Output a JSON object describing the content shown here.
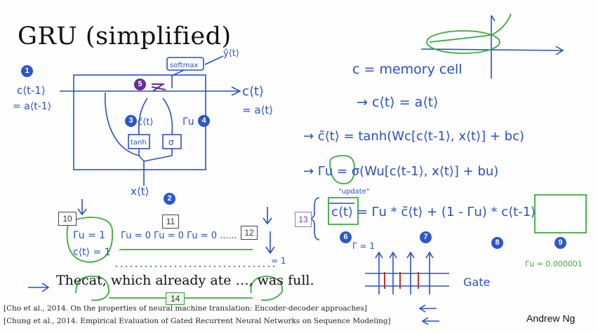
{
  "title": "GRU (simplified)",
  "sentence": {
    "the": "The",
    "cat": "cat",
    "middle": ", which already ate …,",
    "was": "was",
    "rest": "full."
  },
  "references": [
    "[Cho et al., 2014. On the properties of neural machine translation: Encoder-decoder approaches]",
    "[Chung et al., 2014. Empirical Evaluation of Gated Recurrent Neural Networks on Sequence Modeling]"
  ],
  "author": "Andrew Ng",
  "box_labels": {
    "b10": "10",
    "b11": "11",
    "b12": "12",
    "b13": "13",
    "b14": "14"
  },
  "bubbles": {
    "n1": "1",
    "n2": "2",
    "n3": "3",
    "n4": "4",
    "n5": "5",
    "n6": "6",
    "n7": "7",
    "n8": "8",
    "n9": "9"
  },
  "handwriting": {
    "c_prev": "c⟨t-1⟩",
    "a_prev": "= a⟨t-1⟩",
    "c_t": "c⟨t⟩",
    "a_t": "= a⟨t⟩",
    "softmax": "softmax",
    "y_hat": "ŷ⟨t⟩",
    "c_tilde": "c̃⟨t⟩",
    "gamma_u": "Γu",
    "tanh": "tanh",
    "sigma": "σ",
    "x_t": "x⟨t⟩",
    "mem_cell": "c = memory cell",
    "eq_c_a": "→ c⟨t⟩ = a⟨t⟩",
    "eq_ctilde": "→ c̃⟨t⟩ = tanh(Wc[c⟨t-1⟩, x⟨t⟩] + bc)",
    "eq_gamma": "→ Γu = σ(Wu[c⟨t-1⟩, x⟨t⟩] + bu)",
    "update": "\"update\"",
    "eq_c_update": "c⟨t⟩ = Γu * c̃⟨t⟩ + (1 - Γu) * c⟨t-1⟩",
    "gamma_one": "Γ = 1",
    "gamma_small": "Γu = 0.000001",
    "gate": "Gate",
    "gu1": "Γu = 1",
    "c1": "c⟨t⟩ = 1",
    "gu0": "Γu = 0   Γu = 0   Γu = 0  ......",
    "eq1": "= 1"
  }
}
